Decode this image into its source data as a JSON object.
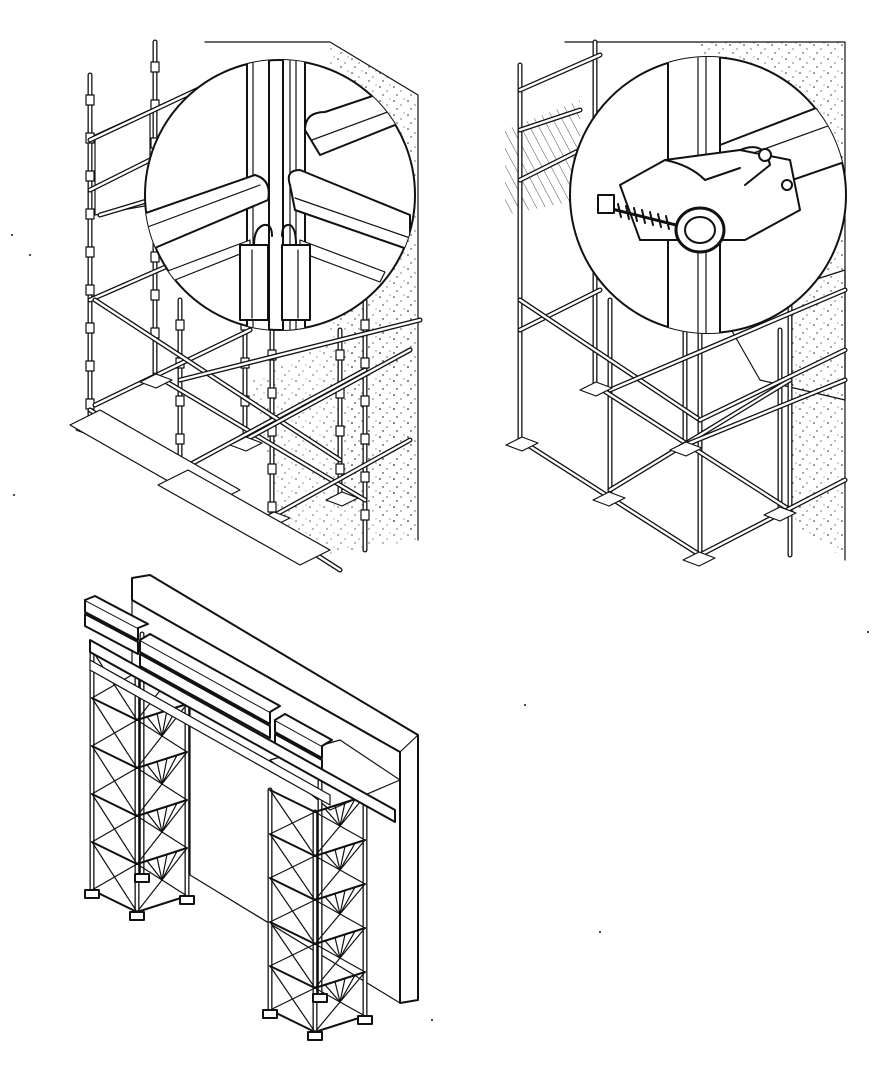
{
  "figures": [
    {
      "id": "tube-scaffold-pin-joint",
      "icon": "scaffold-pin-joint-detail-icon"
    },
    {
      "id": "tube-scaffold-coupler",
      "icon": "scaffold-coupler-detail-icon"
    },
    {
      "id": "frame-tower-shoring",
      "icon": "shoring-tower-icon"
    }
  ],
  "colors": {
    "ink": "#111111",
    "paper": "#ffffff"
  }
}
